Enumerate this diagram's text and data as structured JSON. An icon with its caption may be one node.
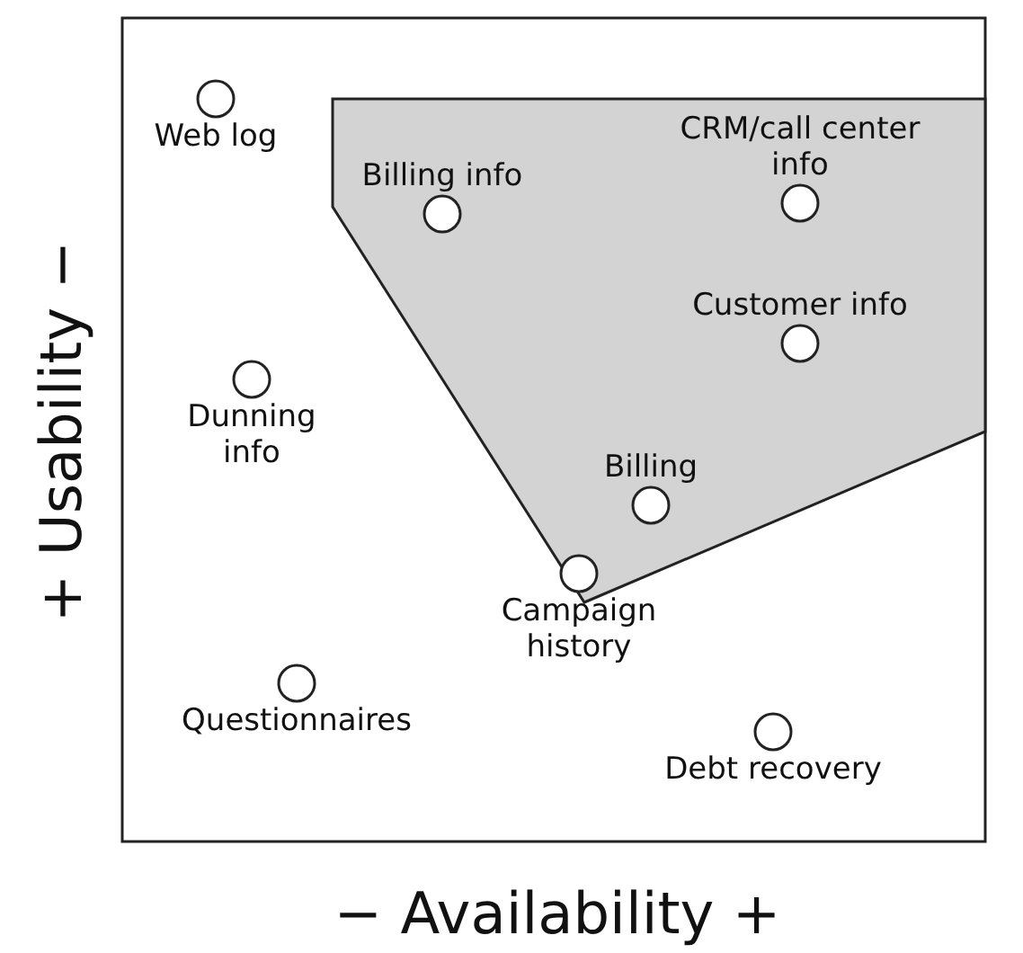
{
  "diagram": {
    "nodes": [
      {
        "text": [
          "Web log"
        ]
      },
      {
        "text": [
          "Billing info"
        ]
      },
      {
        "text": [
          "CRM/call center info"
        ]
      },
      {
        "text": [
          "Customer info"
        ]
      },
      {
        "text": [
          "Dunning info"
        ]
      },
      {
        "text": [
          "Billing"
        ]
      },
      {
        "text": [
          "Campaign history"
        ]
      },
      {
        "text": [
          "Questionnaires"
        ]
      },
      {
        "text": [
          "Debt recovery"
        ]
      }
    ],
    "edges": [],
    "labels": [
      "+ Usability −",
      "− Availability +"
    ]
  }
}
